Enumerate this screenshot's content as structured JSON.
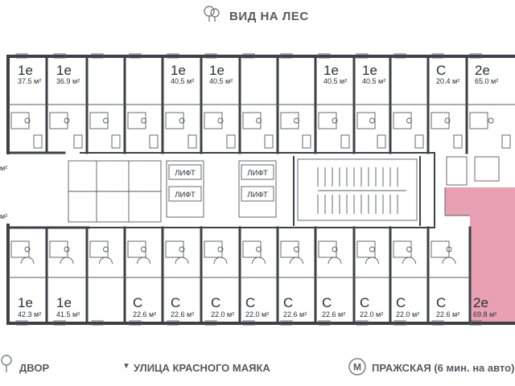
{
  "header": {
    "view_label": "ВИД НА ЛЕС"
  },
  "footer": {
    "yard_label": "ДВОР",
    "street_label": "УЛИЦА КРАСНОГО МАЯКА",
    "metro_label": "ПРАЖСКАЯ (6 мин. на авто)",
    "metro_symbol": "М"
  },
  "lift_label": "ЛИФТ",
  "area_unit": "м²",
  "highlight_color": "#e8a0b2",
  "apartments_top": [
    {
      "type": "1е",
      "area": "37.5"
    },
    {
      "type": "1е",
      "area": "36.9"
    },
    {
      "type": "1е",
      "area": "40.5"
    },
    {
      "type": "1е",
      "area": "40.5"
    },
    {
      "type": "1е",
      "area": "40.5"
    },
    {
      "type": "1е",
      "area": "40.5"
    },
    {
      "type": "С",
      "area": "20.4"
    },
    {
      "type": "2е",
      "area": "65.0"
    }
  ],
  "apartments_bottom": [
    {
      "type": "1е",
      "area": "42.3"
    },
    {
      "type": "1е",
      "area": "41.5"
    },
    {
      "type": "С",
      "area": "22.6"
    },
    {
      "type": "С",
      "area": "22.6"
    },
    {
      "type": "С",
      "area": "22.0"
    },
    {
      "type": "С",
      "area": "22.0"
    },
    {
      "type": "С",
      "area": "22.6"
    },
    {
      "type": "С",
      "area": "22.6"
    },
    {
      "type": "С",
      "area": "22.0"
    },
    {
      "type": "С",
      "area": "22.0"
    },
    {
      "type": "С",
      "area": "22.6"
    },
    {
      "type": "2е",
      "area": "69.8",
      "highlighted": true
    }
  ],
  "left_edge_labels": [
    "м²",
    "м²"
  ]
}
